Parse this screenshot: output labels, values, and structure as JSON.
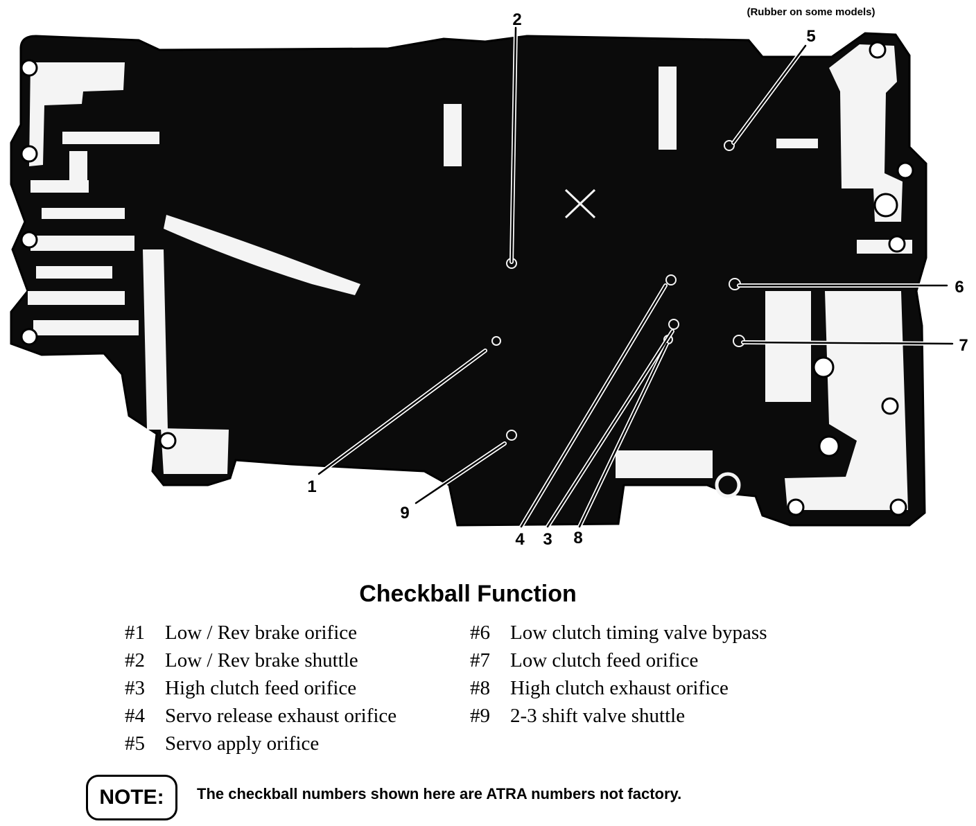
{
  "diagram": {
    "top_note": "(Rubber on some models)",
    "callouts": [
      "1",
      "2",
      "3",
      "4",
      "5",
      "6",
      "7",
      "8",
      "9"
    ],
    "colors": {
      "ink": "#000000",
      "paper": "#ffffff",
      "casting": "#0b0b0b",
      "gasket": "#f4f4f4"
    }
  },
  "function": {
    "title": "Checkball Function",
    "left": [
      {
        "num": "#1",
        "text": "Low / Rev brake orifice"
      },
      {
        "num": "#2",
        "text": "Low / Rev brake shuttle"
      },
      {
        "num": "#3",
        "text": "High clutch feed orifice"
      },
      {
        "num": "#4",
        "text": "Servo release exhaust orifice"
      },
      {
        "num": "#5",
        "text": "Servo  apply orifice"
      }
    ],
    "right": [
      {
        "num": "#6",
        "text": "Low clutch timing valve bypass"
      },
      {
        "num": "#7",
        "text": "Low clutch feed orifice"
      },
      {
        "num": "#8",
        "text": "High clutch exhaust orifice"
      },
      {
        "num": "#9",
        "text": "2-3 shift valve shuttle"
      }
    ]
  },
  "note": {
    "label": "NOTE:",
    "text": "The checkball numbers shown here are ATRA numbers not factory."
  }
}
